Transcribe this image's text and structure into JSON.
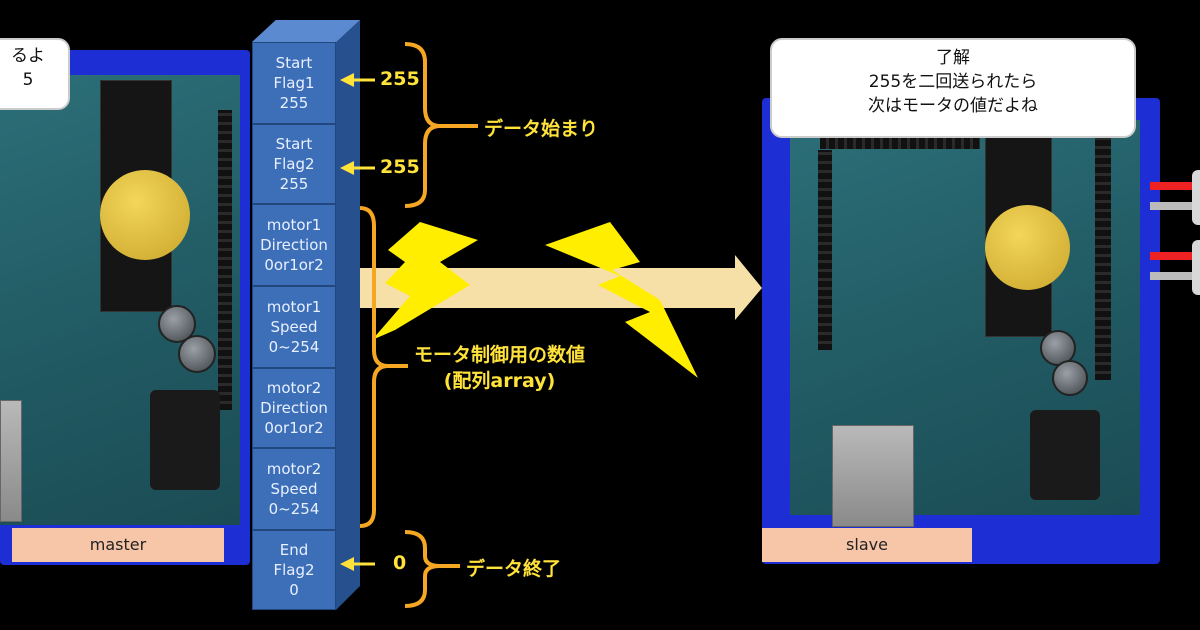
{
  "master": {
    "label": "master",
    "bubble_lines": [
      "るよ",
      "5"
    ]
  },
  "slave": {
    "label": "slave",
    "bubble_lines": [
      "了解",
      "255を二回送られたら",
      "次はモータの値だよね"
    ]
  },
  "packet": [
    {
      "lines": [
        "Start",
        "Flag1",
        "255"
      ]
    },
    {
      "lines": [
        "Start",
        "Flag2",
        "255"
      ]
    },
    {
      "lines": [
        "motor1",
        "Direction",
        "0or1or2"
      ]
    },
    {
      "lines": [
        "motor1",
        "Speed",
        "0~254"
      ]
    },
    {
      "lines": [
        "motor2",
        "Direction",
        "0or1or2"
      ]
    },
    {
      "lines": [
        "motor2",
        "Speed",
        "0~254"
      ]
    },
    {
      "lines": [
        "End",
        "Flag2",
        "0"
      ]
    }
  ],
  "values": {
    "start1": "255",
    "start2": "255",
    "end": "0"
  },
  "annotations": {
    "data_start": "データ始まり",
    "motor_values_1": "モータ制御用の数値",
    "motor_values_2": "(配列array)",
    "data_end": "データ終了"
  },
  "colors": {
    "packet_cell": "#3d6fb8",
    "bracket": "#f5a623",
    "annotation_text": "#ffe23a",
    "arrow": "#f7dfa8",
    "lightning": "#ffee00",
    "board_blue": "#1d2fd4"
  }
}
